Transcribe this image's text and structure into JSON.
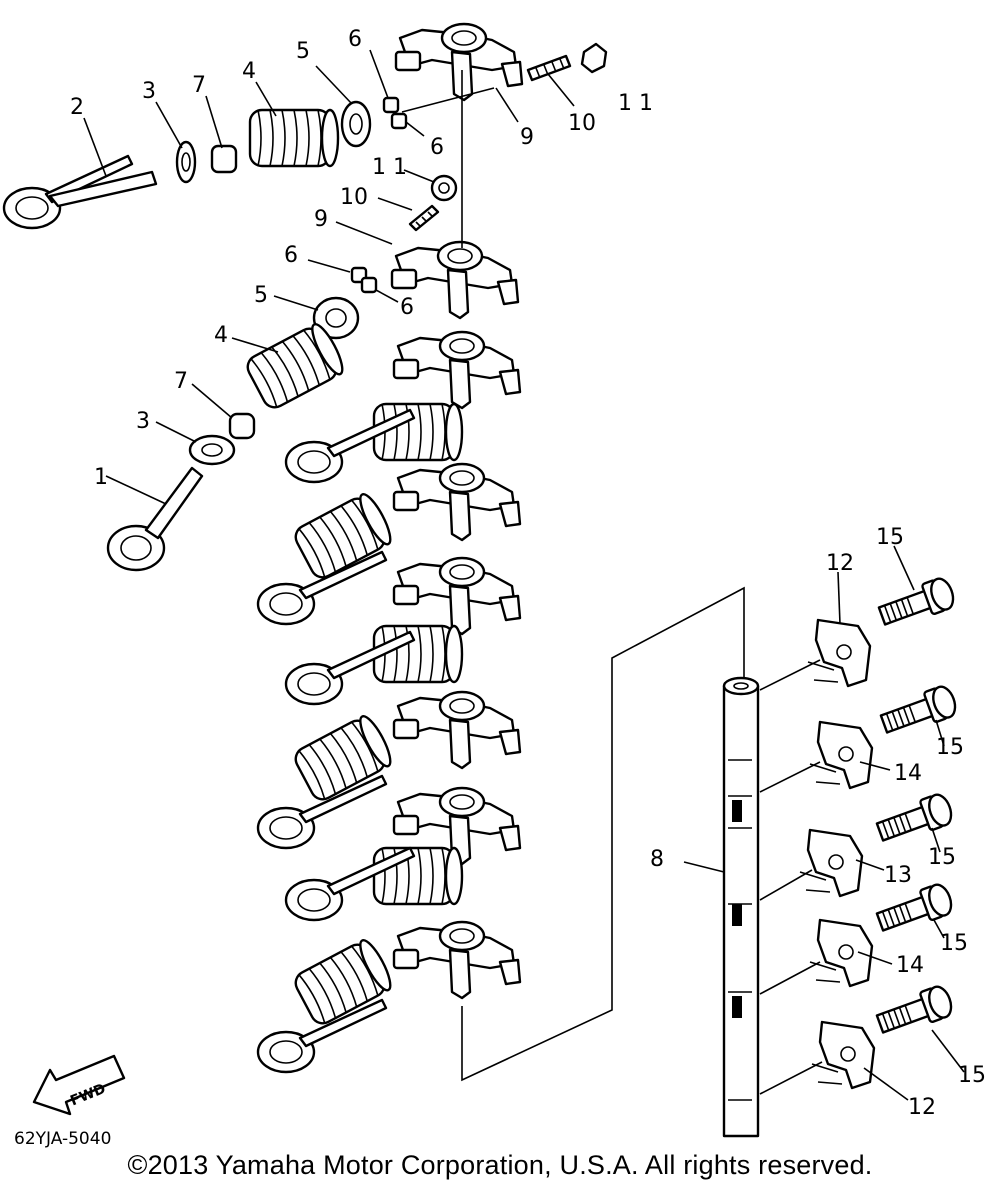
{
  "diagram": {
    "reference_code": "62YJA-5040",
    "fwd_label": "FWD",
    "copyright": "©2013 Yamaha Motor Corporation, U.S.A. All rights reserved.",
    "callouts": {
      "n1": "1",
      "n2": "2",
      "n3a": "3",
      "n3b": "3",
      "n4a": "4",
      "n4b": "4",
      "n5a": "5",
      "n5b": "5",
      "n6a": "6",
      "n6b": "6",
      "n6c": "6",
      "n6d": "6",
      "n7a": "7",
      "n7b": "7",
      "n8": "8",
      "n9a": "9",
      "n9b": "9",
      "n10a": "10",
      "n10b": "10",
      "n11a": "1 1",
      "n11b": "1 1",
      "n12a": "12",
      "n12b": "12",
      "n13": "13",
      "n14a": "14",
      "n14b": "14",
      "n15a": "15",
      "n15b": "15",
      "n15c": "15",
      "n15d": "15",
      "n15e": "15"
    }
  }
}
